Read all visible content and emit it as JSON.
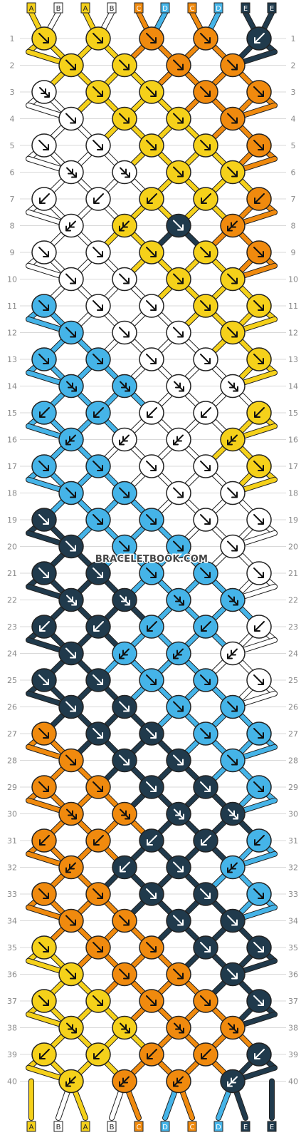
{
  "strands": {
    "top_labels": [
      "A",
      "B",
      "A",
      "B",
      "C",
      "D",
      "C",
      "D",
      "E",
      "E"
    ],
    "bottom_labels": [
      "A",
      "B",
      "A",
      "B",
      "C",
      "D",
      "C",
      "D",
      "E",
      "E"
    ]
  },
  "colors": {
    "A": "#f5d11a",
    "B": "#ffffff",
    "C": "#f08a0e",
    "D": "#45b4e8",
    "E": "#203a4c",
    "outline": "#222222",
    "guide_line": "#d9d9d9",
    "row_number": "#8a8a8a"
  },
  "row_numbers": [
    "1",
    "2",
    "3",
    "4",
    "5",
    "6",
    "7",
    "8",
    "9",
    "10",
    "11",
    "12",
    "13",
    "14",
    "15",
    "16",
    "17",
    "18",
    "19",
    "20",
    "21",
    "22",
    "23",
    "24",
    "25",
    "26",
    "27",
    "28",
    "29",
    "30",
    "31",
    "32",
    "33",
    "34",
    "35",
    "36",
    "37",
    "38",
    "39",
    "40"
  ],
  "knot_rows": [
    [
      "A:se",
      "A:se",
      "C:se",
      "C:se",
      "E:sw"
    ],
    [
      "A:se",
      "A:se",
      "C:se",
      "C:se"
    ],
    [
      "B:f",
      "A:se",
      "A:se",
      "C:se",
      "C:se"
    ],
    [
      "B:se",
      "A:se",
      "A:se",
      "C:se"
    ],
    [
      "B:se",
      "B:se",
      "A:se",
      "A:se",
      "C:se"
    ],
    [
      "B:f",
      "B:f",
      "A:se",
      "A:se"
    ],
    [
      "B:sw",
      "B:sw",
      "A:sw",
      "A:sw",
      "C:sw"
    ],
    [
      "B:b",
      "A:b",
      "E:se",
      "C:b"
    ],
    [
      "B:se",
      "B:se",
      "A:se",
      "A:se",
      "C:se"
    ],
    [
      "B:se",
      "B:se",
      "A:se",
      "A:se"
    ],
    [
      "D:se",
      "B:se",
      "B:se",
      "A:se",
      "A:se"
    ],
    [
      "D:se",
      "B:se",
      "B:se",
      "A:se"
    ],
    [
      "D:se",
      "D:se",
      "B:se",
      "B:se",
      "A:se"
    ],
    [
      "D:f",
      "D:f",
      "B:f",
      "B:f"
    ],
    [
      "D:sw",
      "D:sw",
      "B:sw",
      "B:sw",
      "A:sw"
    ],
    [
      "D:b",
      "B:b",
      "B:b",
      "A:b"
    ],
    [
      "D:se",
      "D:se",
      "B:se",
      "B:se",
      "A:se"
    ],
    [
      "D:se",
      "D:se",
      "B:se",
      "B:se"
    ],
    [
      "E:se",
      "D:se",
      "D:se",
      "B:se",
      "B:se"
    ],
    [
      "E:se",
      "D:se",
      "D:se",
      "B:se"
    ],
    [
      "E:se",
      "E:se",
      "D:se",
      "D:se",
      "B:se"
    ],
    [
      "E:f",
      "E:f",
      "D:f",
      "D:f"
    ],
    [
      "E:sw",
      "E:sw",
      "D:sw",
      "D:sw",
      "B:sw"
    ],
    [
      "E:se",
      "D:b",
      "D:b",
      "B:b"
    ],
    [
      "E:se",
      "E:se",
      "D:se",
      "D:se",
      "B:se"
    ],
    [
      "E:se",
      "E:se",
      "D:se",
      "D:se"
    ],
    [
      "C:se",
      "E:se",
      "E:se",
      "D:se",
      "D:se"
    ],
    [
      "C:se",
      "E:se",
      "E:se",
      "D:se"
    ],
    [
      "C:se",
      "C:se",
      "E:se",
      "E:se",
      "D:se"
    ],
    [
      "C:f",
      "C:f",
      "E:f",
      "E:f"
    ],
    [
      "C:sw",
      "C:sw",
      "E:sw",
      "E:sw",
      "D:sw"
    ],
    [
      "C:b",
      "E:sw",
      "E:se",
      "D:b"
    ],
    [
      "C:se",
      "C:se",
      "E:se",
      "E:se",
      "D:se"
    ],
    [
      "C:se",
      "C:se",
      "E:se",
      "E:se"
    ],
    [
      "A:se",
      "C:se",
      "C:se",
      "E:se",
      "E:se"
    ],
    [
      "A:se",
      "C:se",
      "C:se",
      "E:se"
    ],
    [
      "A:se",
      "A:se",
      "C:se",
      "C:se",
      "E:se"
    ],
    [
      "A:f",
      "A:f",
      "C:f",
      "C:f"
    ],
    [
      "A:sw",
      "A:sw",
      "C:sw",
      "C:sw",
      "E:sw"
    ],
    [
      "A:b",
      "C:b",
      "C:b",
      "E:b"
    ]
  ],
  "watermark": "BRACELETBOOK.COM"
}
